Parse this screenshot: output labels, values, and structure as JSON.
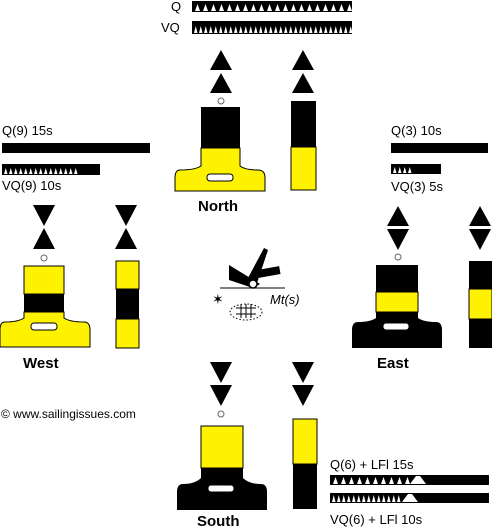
{
  "title": "",
  "colors": {
    "yellow": "#fff200",
    "black": "#000000",
    "white": "#ffffff"
  },
  "north": {
    "label": "North",
    "light_q": "Q",
    "light_vq": "VQ",
    "topmark": "two-cones-point-up-icon",
    "pillar_pattern": "black over yellow",
    "spar_pattern": "black over yellow"
  },
  "east": {
    "label": "East",
    "light_q": "Q(3)  10s",
    "light_vq": "VQ(3)  5s",
    "topmark": "two-cones-base-to-base-icon",
    "pillar_pattern": "black with yellow band",
    "spar_pattern": "black with yellow band"
  },
  "south": {
    "label": "South",
    "light_q": "Q(6) + LFl  15s",
    "light_vq": "VQ(6) + LFl  10s",
    "topmark": "two-cones-point-down-icon",
    "pillar_pattern": "yellow over black",
    "spar_pattern": "yellow over black"
  },
  "west": {
    "label": "West",
    "light_q": "Q(9)  15s",
    "light_vq": "VQ(9)  10s",
    "topmark": "two-cones-point-to-point-icon",
    "pillar_pattern": "yellow with black band",
    "spar_pattern": "yellow with black band"
  },
  "center": {
    "symbol": "chart-symbol-icon",
    "label": "Mt(s)"
  },
  "copyright": "© www.sailingissues.com"
}
